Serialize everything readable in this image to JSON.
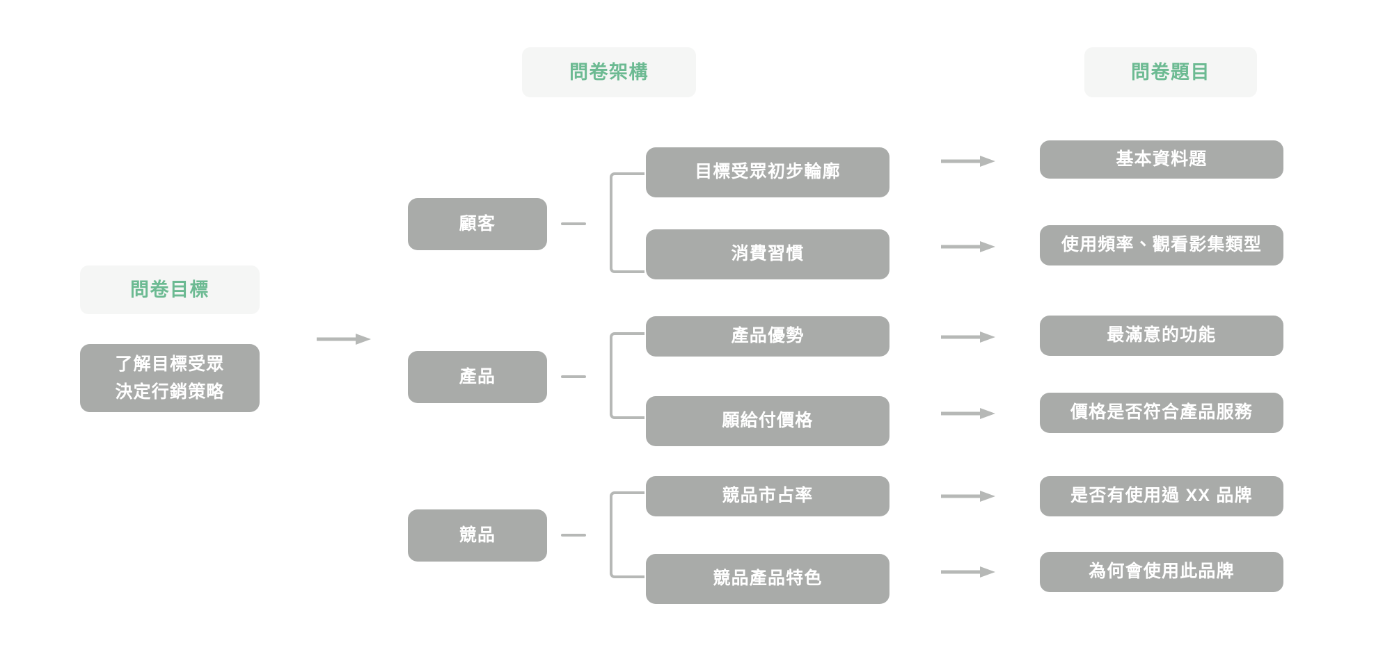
{
  "colors": {
    "page_background": "#ffffff",
    "header_chip_background": "#f5f6f5",
    "header_chip_text": "#6cba92",
    "box_background": "#a9aba9",
    "box_text": "#ffffff",
    "connector": "#b6b8b6"
  },
  "headers": {
    "goal": "問卷目標",
    "structure": "問卷架構",
    "questions": "問卷題目"
  },
  "goal": {
    "line1": "了解目標受眾",
    "line2": "決定行銷策略"
  },
  "branches": [
    {
      "category": "顧客",
      "topics": [
        {
          "topic": "目標受眾初步輪廓",
          "question": "基本資料題"
        },
        {
          "topic": "消費習慣",
          "question": "使用頻率、觀看影集類型"
        }
      ]
    },
    {
      "category": "產品",
      "topics": [
        {
          "topic": "產品優勢",
          "question": "最滿意的功能"
        },
        {
          "topic": "願給付價格",
          "question": "價格是否符合產品服務"
        }
      ]
    },
    {
      "category": "競品",
      "topics": [
        {
          "topic": "競品市占率",
          "question": "是否有使用過 XX 品牌"
        },
        {
          "topic": "競品產品特色",
          "question": "為何會使用此品牌"
        }
      ]
    }
  ]
}
